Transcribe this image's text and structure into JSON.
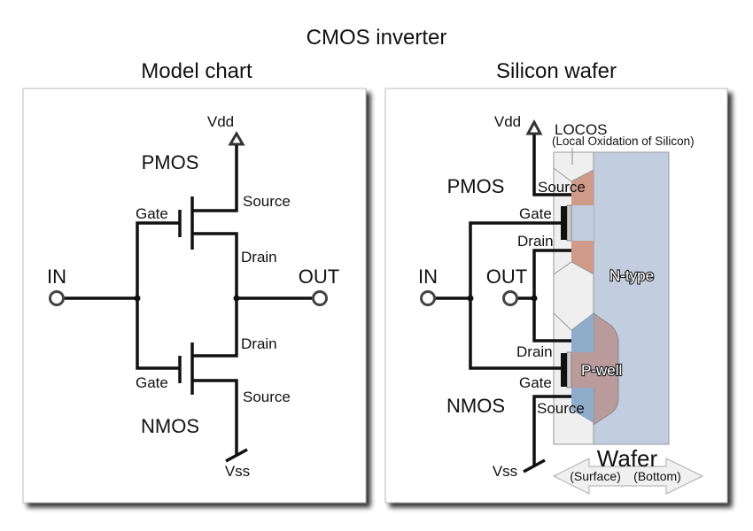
{
  "title": "CMOS inverter",
  "left_panel": {
    "title": "Model chart",
    "labels": {
      "vdd": "Vdd",
      "vss": "Vss",
      "pmos": "PMOS",
      "nmos": "NMOS",
      "in": "IN",
      "out": "OUT",
      "pmos_source": "Source",
      "pmos_gate": "Gate",
      "pmos_drain": "Drain",
      "nmos_drain": "Drain",
      "nmos_gate": "Gate",
      "nmos_source": "Source"
    }
  },
  "right_panel": {
    "title": "Silicon wafer",
    "labels": {
      "vdd": "Vdd",
      "vss": "Vss",
      "pmos": "PMOS",
      "nmos": "NMOS",
      "in": "IN",
      "out": "OUT",
      "locos": "LOCOS",
      "locos_full": "(Local Oxidation of Silicon)",
      "pmos_source": "Source",
      "pmos_gate": "Gate",
      "pmos_drain": "Drain",
      "nmos_drain": "Drain",
      "nmos_gate": "Gate",
      "nmos_source": "Source",
      "n_type": "N-type",
      "p_well": "P-well",
      "wafer": "Wafer",
      "surface": "(Surface)",
      "bottom": "(Bottom)"
    }
  },
  "colors": {
    "n_type": "#c2cde0",
    "p_well": "#b99b9b",
    "p_diffusion": "#cf9a88",
    "n_diffusion": "#8faccb",
    "locos": "#efefef",
    "wire": "#111111"
  }
}
